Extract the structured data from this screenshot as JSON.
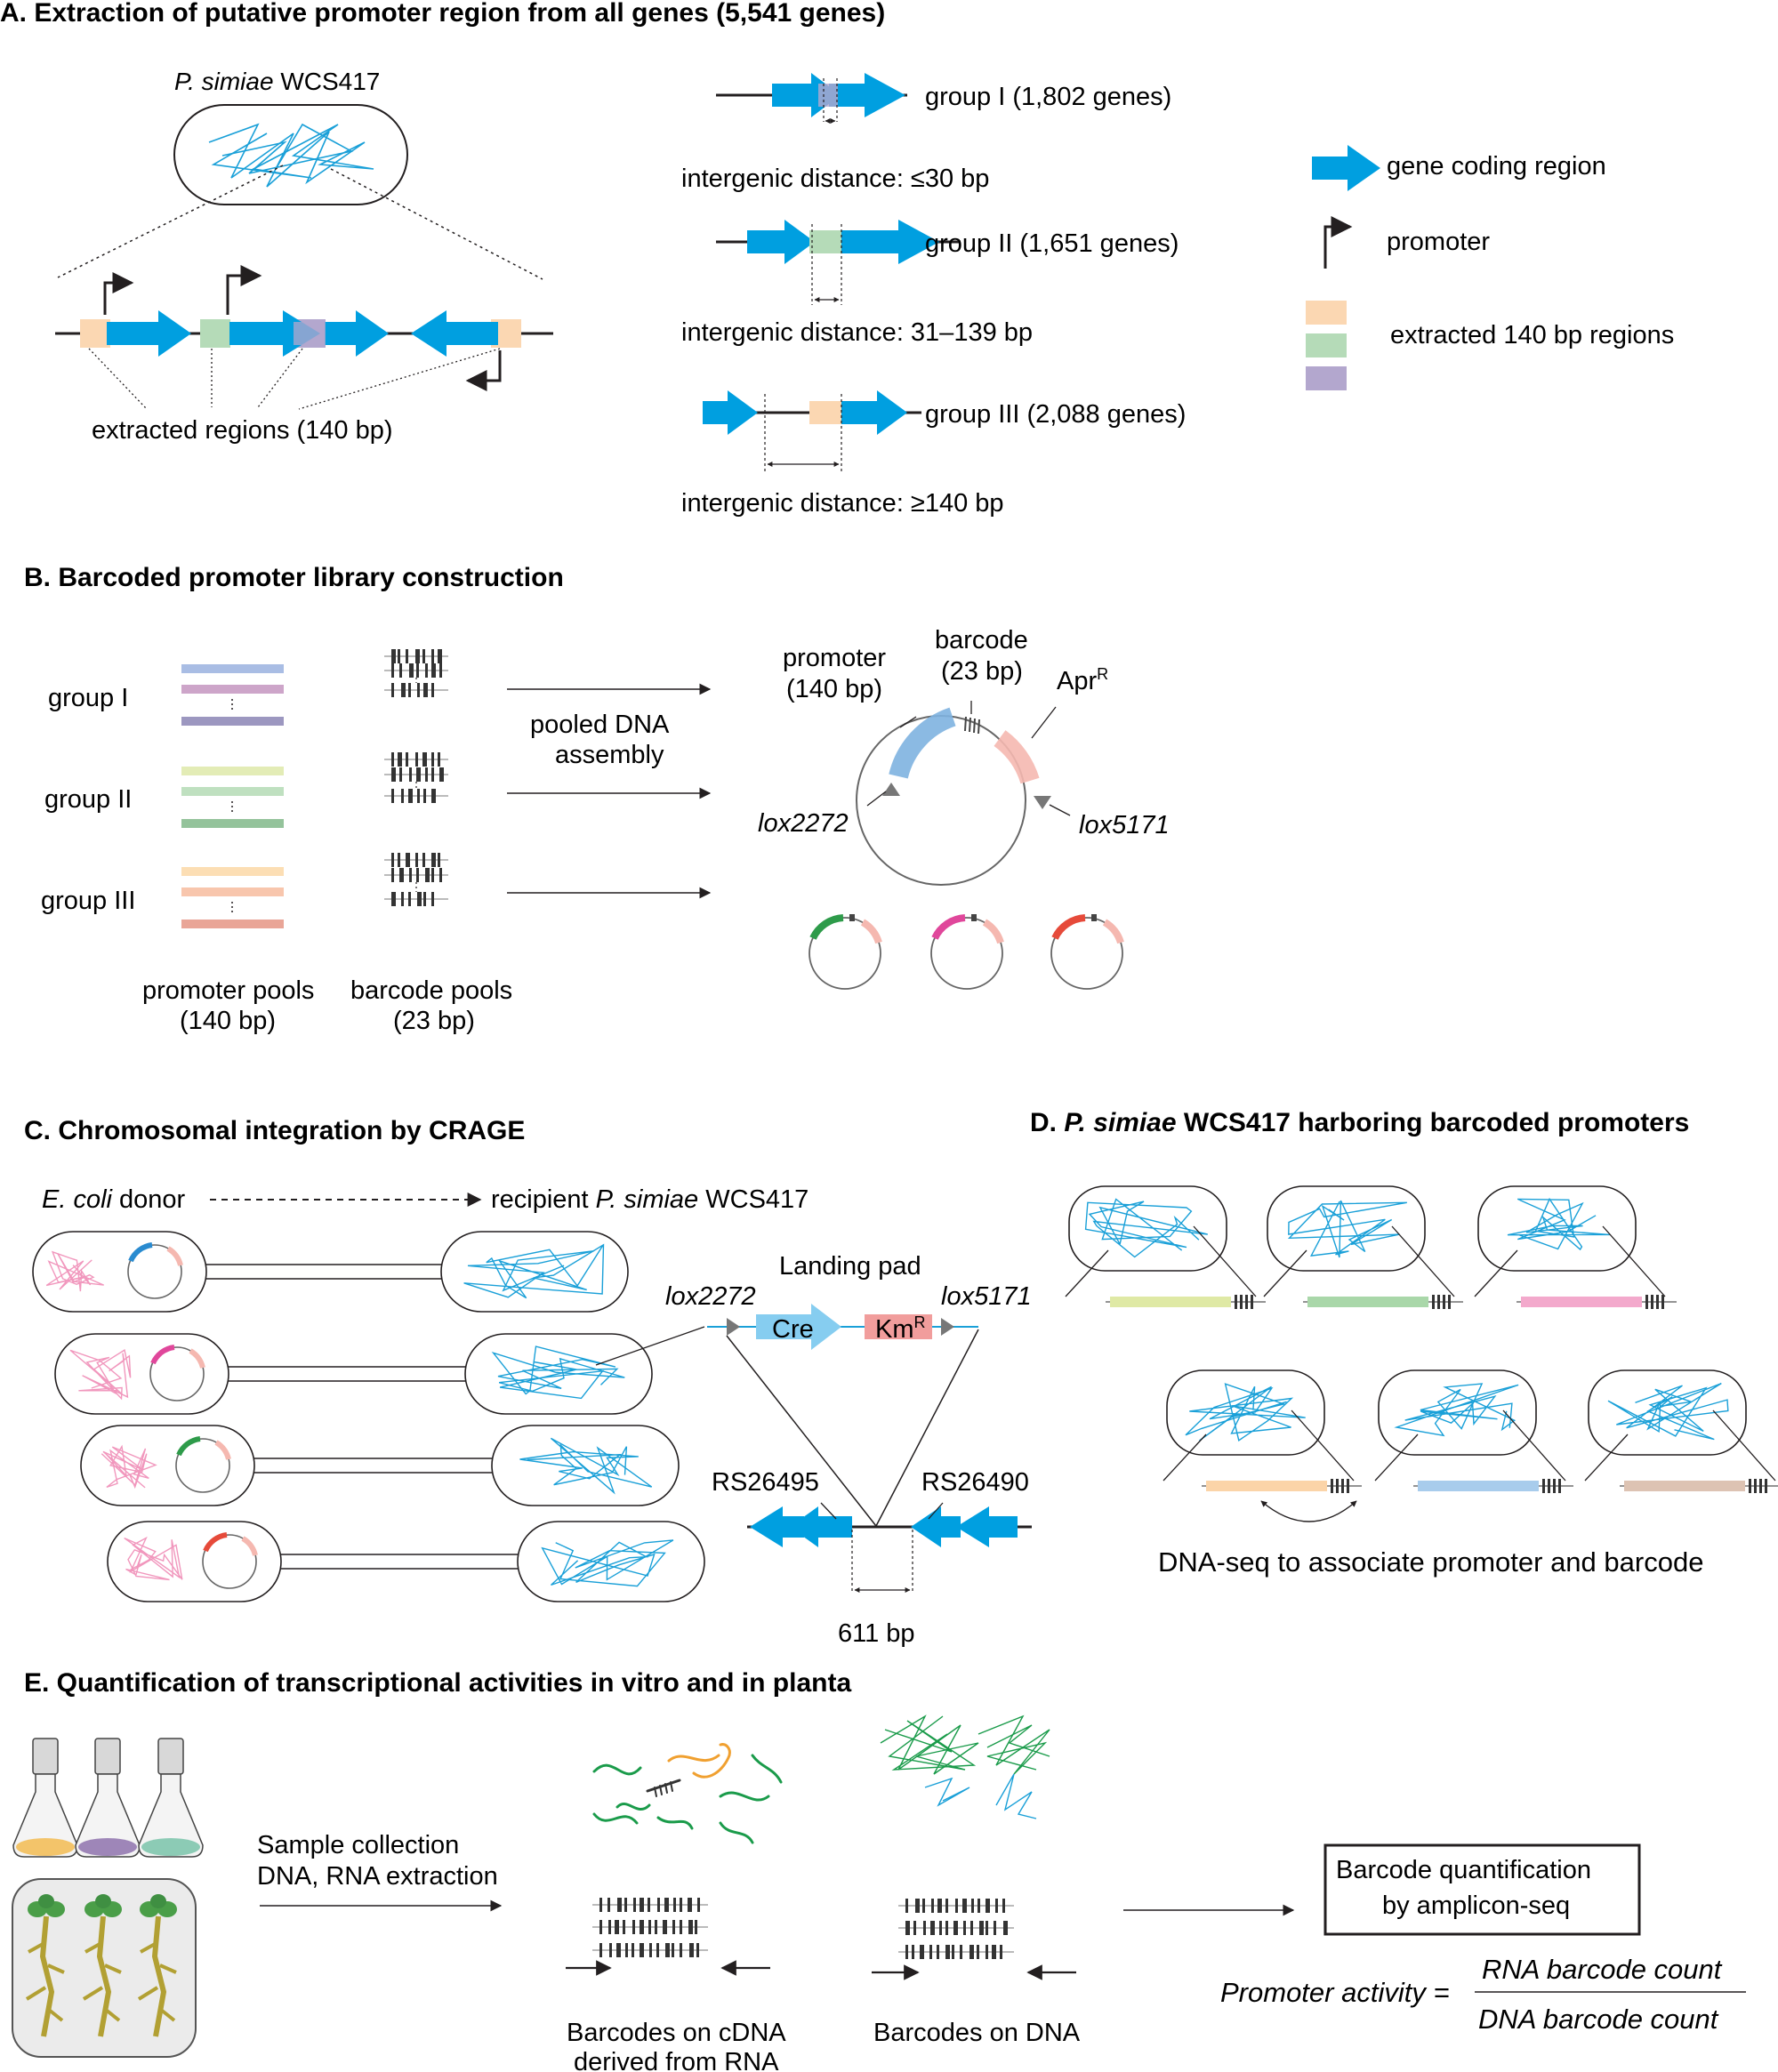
{
  "colors": {
    "gene_blue": "#009fe0",
    "peach": "#fbd7b2",
    "green": "#b5dbb8",
    "purple": "#b3a7ce",
    "pink_genome": "#f197bd",
    "cre_blue": "#86cdf0",
    "km_pink": "#f19d9c",
    "genome_blue": "#1aa0d8"
  },
  "panelA": {
    "title": "A. Extraction of putative promoter region from all genes (5,541 genes)",
    "organism_species": "P. simiae",
    "organism_strain": "WCS417",
    "extracted_label": "extracted regions (140 bp)",
    "groups": [
      {
        "label": "group I (1,802 genes)",
        "distance": "intergenic distance: ≤30 bp"
      },
      {
        "label": "group II (1,651 genes)",
        "distance": "intergenic distance: 31–139 bp"
      },
      {
        "label": "group III (2,088 genes)",
        "distance": "intergenic distance: ≥140 bp"
      }
    ],
    "legend": {
      "coding": "gene coding region",
      "promoter": "promoter",
      "extracted": "extracted 140 bp regions"
    }
  },
  "panelB": {
    "title": "B. Barcoded promoter library construction",
    "groups": [
      "group I",
      "group II",
      "group III"
    ],
    "assembly_line1": "pooled DNA",
    "assembly_line2": "assembly",
    "promoter_label1": "promoter",
    "promoter_label2": "(140 bp)",
    "barcode_label1": "barcode",
    "barcode_label2": "(23 bp)",
    "apr_base": "Apr",
    "apr_sup": "R",
    "lox_left": "lox2272",
    "lox_right": "lox5171",
    "promoter_pools1": "promoter pools",
    "promoter_pools2": "(140 bp)",
    "barcode_pools1": "barcode pools",
    "barcode_pools2": "(23 bp)"
  },
  "panelC": {
    "title": "C. Chromosomal integration by CRAGE",
    "donor_species": "E. coli",
    "donor_word": " donor",
    "recipient_word": "recipient ",
    "recipient_species": "P. simiae",
    "recipient_strain": " WCS417",
    "landing_pad": "Landing pad",
    "lox_left": "lox2272",
    "lox_right": "lox5171",
    "cre": "Cre",
    "km_base": "Km",
    "km_sup": "R",
    "rs_left": "RS26495",
    "rs_right": "RS26490",
    "distance": "611 bp"
  },
  "panelD": {
    "title_prefix": "D. ",
    "title_species": "P. simiae",
    "title_rest": " WCS417 harboring barcoded promoters",
    "caption": "DNA-seq to associate promoter and barcode"
  },
  "panelE": {
    "title": "E. Quantification of transcriptional activities in vitro and in planta",
    "sample_line1": "Sample collection",
    "sample_line2": "DNA, RNA extraction",
    "cdna_line1": "Barcodes on cDNA",
    "cdna_line2": "derived from RNA",
    "dna_label": "Barcodes on DNA",
    "box_line1": "Barcode quantification",
    "box_line2": "by amplicon-seq",
    "formula_lhs": "Promoter activity =",
    "numerator": "RNA barcode count",
    "denominator": "DNA barcode count"
  }
}
